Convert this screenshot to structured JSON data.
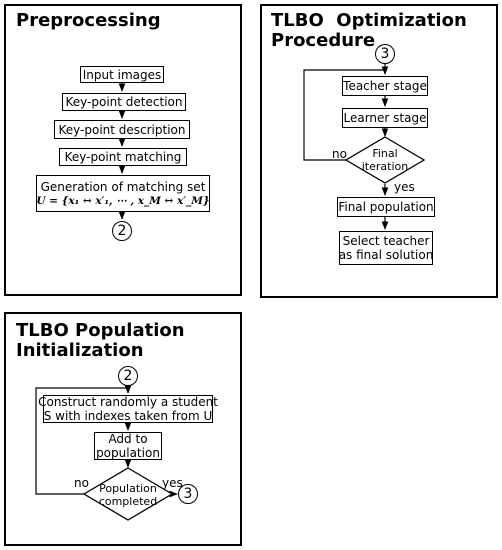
{
  "preprocessing": {
    "title": "Preprocessing",
    "steps": [
      "Input images",
      "Key-point detection",
      "Key-point description",
      "Key-point matching"
    ],
    "matching_set_label": "Generation of matching set",
    "matching_set_formula": "U = {x₁ ↔ x′₁, ⋯ , x_M ↔ x′_M}",
    "connector": "2"
  },
  "tlbo_optimization": {
    "title": "TLBO  Optimization\nProcedure",
    "connector": "3",
    "teacher_stage": "Teacher stage",
    "learner_stage": "Learner stage",
    "decision": "Final\niteration",
    "no_label": "no",
    "yes_label": "yes",
    "final_population": "Final population",
    "select_teacher": "Select teacher\nas final solution"
  },
  "tlbo_init": {
    "title": "TLBO Population\nInitialization",
    "connector_in": "2",
    "construct": "Construct randomly a student\nS with indexes taken from U",
    "add": "Add to\npopulation",
    "decision": "Population\ncompleted",
    "no_label": "no",
    "yes_label": "yes",
    "connector_out": "3"
  }
}
